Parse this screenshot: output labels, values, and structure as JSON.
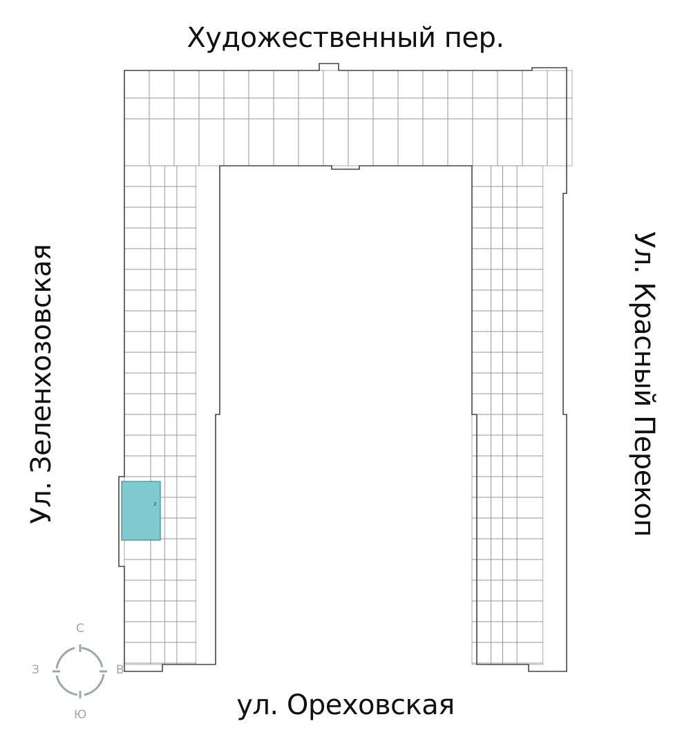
{
  "streets": {
    "top": "Художественный пер.",
    "bottom": "ул. Ореховская",
    "left": "Ул. Зеленхозовская",
    "right": "Ул. Красный Перекоп"
  },
  "compass": {
    "north": "С",
    "south": "Ю",
    "west": "З",
    "east": "В"
  },
  "colors": {
    "highlight": "#7fc9cf",
    "wall": "#555555",
    "compass": "#9aa7b4"
  },
  "highlighted_apartment": {
    "rooms_label": "2"
  }
}
